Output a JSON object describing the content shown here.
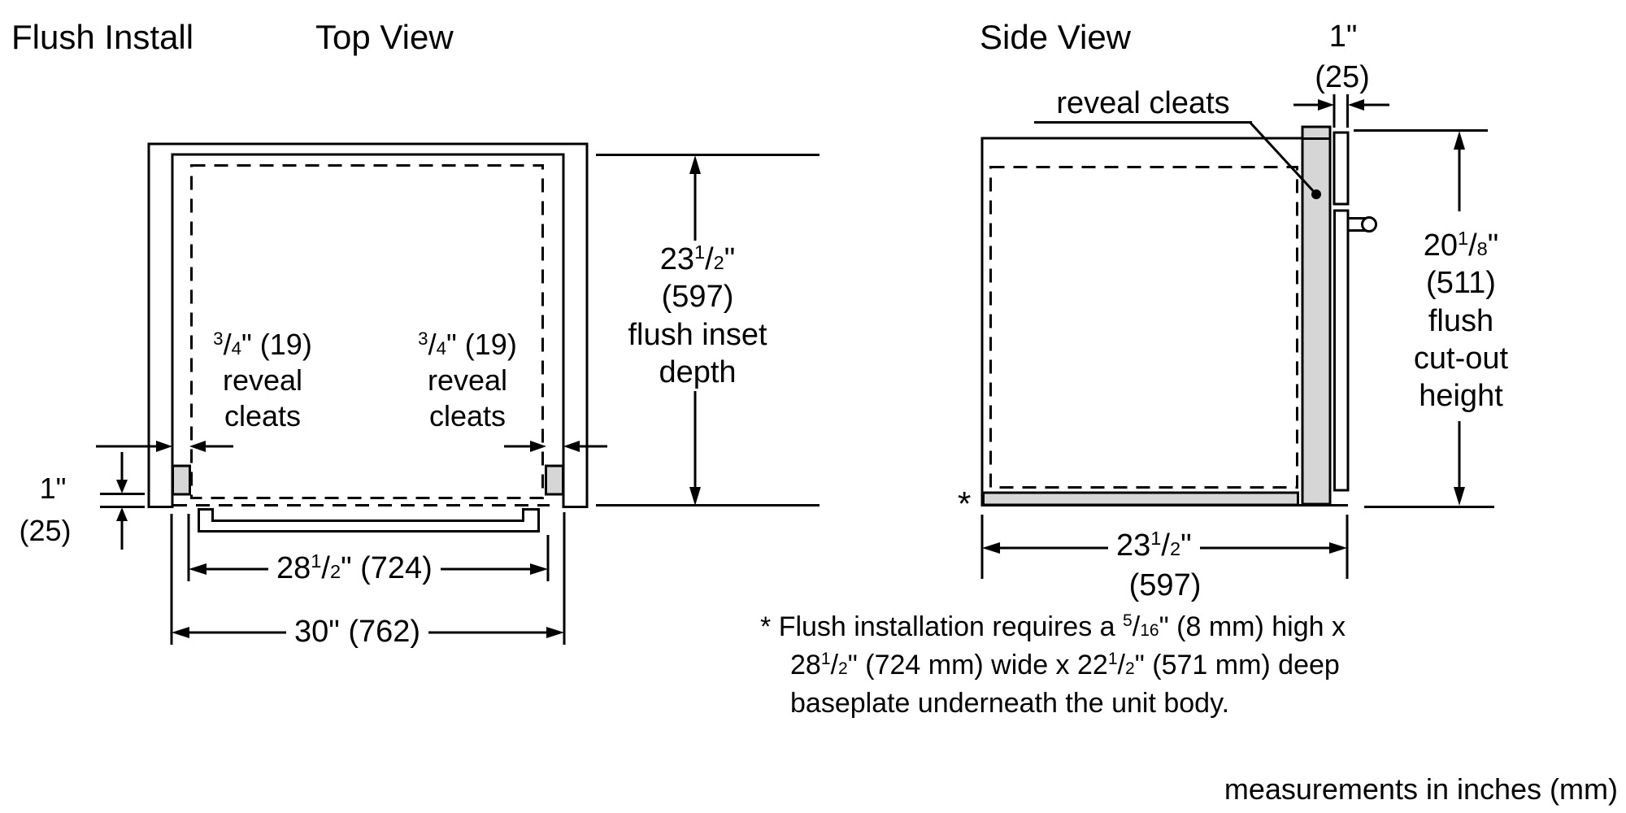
{
  "titles": {
    "flush_install": "Flush Install",
    "top_view": "Top View",
    "side_view": "Side View"
  },
  "colors": {
    "line": "#000000",
    "cleat_fill": "#d6d6d6",
    "background": "#ffffff"
  },
  "top_view": {
    "inset_depth": {
      "whole": "23",
      "num": "1",
      "slash": "/",
      "den": "2",
      "tail": "\"",
      "metric": "(597)",
      "desc1": "flush inset",
      "desc2": "depth"
    },
    "cleat_left": {
      "num": "3",
      "slash": "/",
      "den": "4",
      "tail": "\" (19)",
      "line2": "reveal",
      "line3": "cleats"
    },
    "cleat_right": {
      "num": "3",
      "slash": "/",
      "den": "4",
      "tail": "\" (19)",
      "line2": "reveal",
      "line3": "cleats"
    },
    "reveal_thickness": {
      "inches": "1\"",
      "metric": "(25)"
    },
    "drawer_width": {
      "whole": "28",
      "num": "1",
      "slash": "/",
      "den": "2",
      "tail": "\" (724)"
    },
    "cutout_width": {
      "text": "30\" (762)"
    }
  },
  "side_view": {
    "cleats_label": "reveal cleats",
    "front_thickness": {
      "inches": "1\"",
      "metric": "(25)"
    },
    "cutout_height": {
      "whole": "20",
      "num": "1",
      "slash": "/",
      "den": "8",
      "tail": "\"",
      "metric": "(511)",
      "desc1": "flush",
      "desc2": "cut-out",
      "desc3": "height"
    },
    "depth": {
      "whole": "23",
      "num": "1",
      "slash": "/",
      "den": "2",
      "tail": "\"",
      "metric": "(597)"
    },
    "baseplate_marker": "*"
  },
  "footnote": {
    "marker": "*",
    "line1_pre": "Flush installation requires a ",
    "line1_frac": {
      "num": "5",
      "slash": "/",
      "den": "16"
    },
    "line1_post": "\" (8 mm) high x",
    "line2_pre": "28",
    "line2_frac1": {
      "num": "1",
      "slash": "/",
      "den": "2"
    },
    "line2_mid": "\" (724 mm) wide x 22",
    "line2_frac2": {
      "num": "1",
      "slash": "/",
      "den": "2"
    },
    "line2_post": "\" (571 mm) deep",
    "line3": "baseplate underneath the unit body."
  },
  "footer": {
    "units_note": "measurements in inches (mm)"
  }
}
